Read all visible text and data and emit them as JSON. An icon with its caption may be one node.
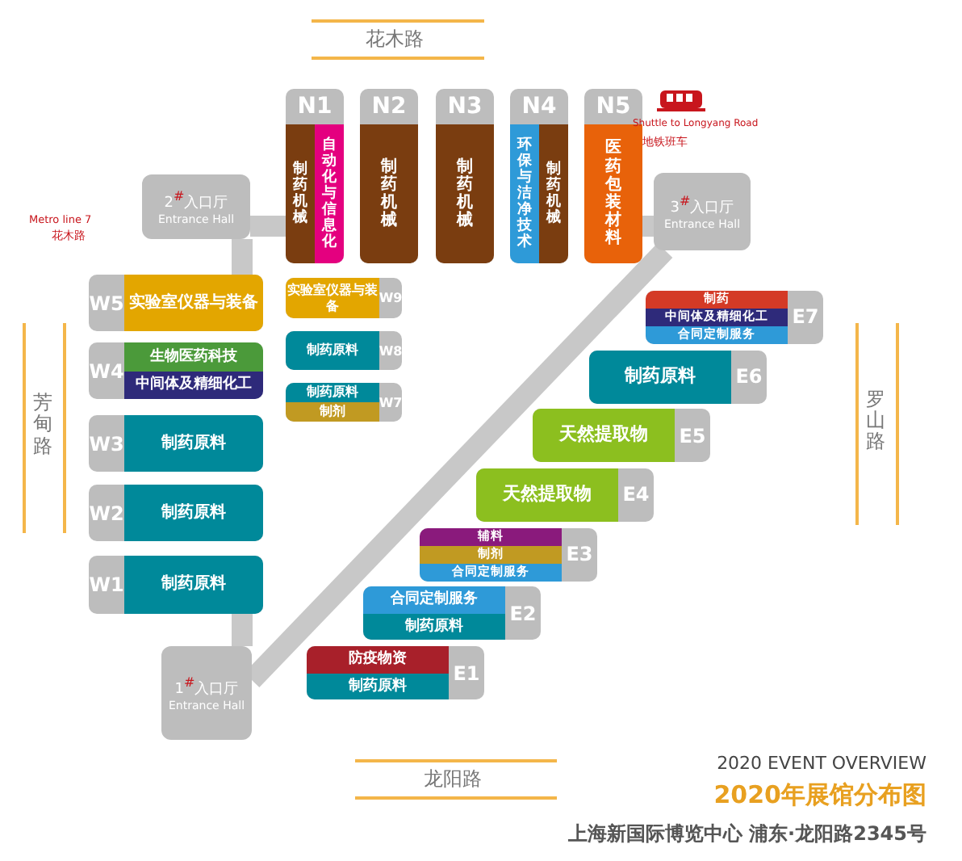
{
  "diagram": {
    "nodes": [
      {
        "text": [
          "N1",
          "制药机械",
          "自动化与信息化"
        ]
      },
      {
        "text": [
          "N2",
          "制药机械"
        ]
      },
      {
        "text": [
          "N3",
          "制药机械"
        ]
      },
      {
        "text": [
          "N4",
          "环保与洁净技术",
          "制药机械"
        ]
      },
      {
        "text": [
          "N5",
          "医药包装材料"
        ]
      },
      {
        "text": [
          "2$^{#}$入口厅",
          "Entrance Hall"
        ]
      },
      {
        "text": [
          "3$^{#}$入口厅",
          "Entrance Hall"
        ]
      },
      {
        "text": [
          "W5",
          "实验室仪器与装备"
        ]
      },
      {
        "text": [
          "实验室仪器与装备",
          "W9"
        ]
      },
      {
        "text": [
          "W4",
          "生物医药科技",
          "中间体及精细化工"
        ]
      },
      {
        "text": [
          "制药原料",
          "W8"
        ]
      },
      {
        "text": [
          "制药原料",
          "制剂",
          "W7"
        ]
      },
      {
        "text": [
          "E7",
          "制药",
          "中间体及精细化工",
          "合同定制服务"
        ]
      },
      {
        "text": [
          "制药原料",
          "E6"
        ]
      },
      {
        "text": [
          "W3",
          "制药原料"
        ]
      },
      {
        "text": [
          "天然提取物",
          "E5"
        ]
      },
      {
        "text": [
          "天然提取物",
          "E4"
        ]
      },
      {
        "text": [
          "W2",
          "制药原料"
        ]
      },
      {
        "text": [
          "辅料",
          "制剂",
          "合同定制服务",
          "E3"
        ]
      },
      {
        "text": [
          "合同定制服务",
          "制药原料",
          "E2"
        ]
      },
      {
        "text": [
          "W1",
          "制药原料"
        ]
      },
      {
        "text": [
          "防疫物资",
          "制药原料",
          "E1"
        ]
      },
      {
        "text": [
          "1$^{#}$入口厅",
          "Entrance Hall"
        ]
      }
    ],
    "edges": [
      {
        "from": 5,
        "to": 0,
        "arrow": "none"
      },
      {
        "from": 5,
        "to": 7,
        "arrow": "none"
      },
      {
        "from": 20,
        "to": 22,
        "arrow": "none"
      },
      {
        "from": 22,
        "to": 6,
        "arrow": "none"
      },
      {
        "from": 4,
        "to": 6,
        "arrow": "none"
      }
    ],
    "labels": [
      "花木路",
      "Shuttle to Longyang Road",
      "地铁班车",
      "Metro line 7",
      "花木路",
      "芳甸路",
      "罗山路",
      "龙阳路",
      "2020 EVENT OVERVIEW",
      "2020年展馆分布图",
      "上海新国际博览中心 浦东·龙阳路2345号"
    ]
  }
}
